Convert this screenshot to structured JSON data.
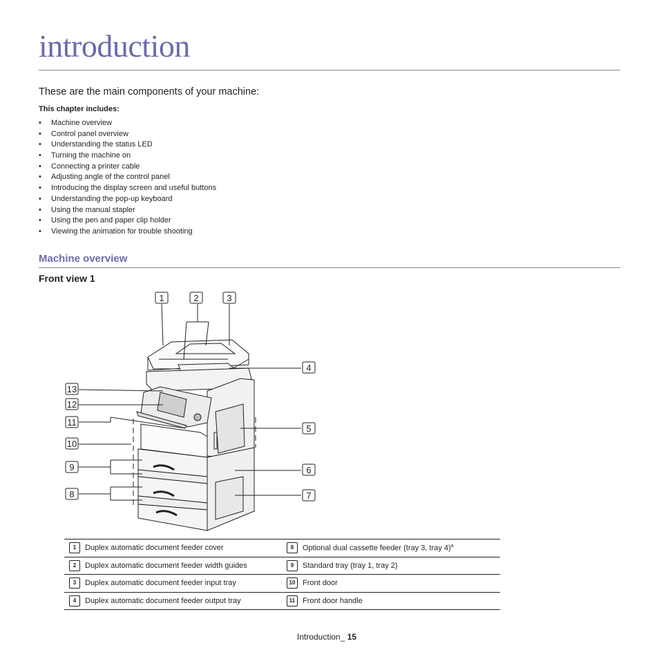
{
  "title": "introduction",
  "intro": "These are the main components of your machine:",
  "chapter_includes_label": "This chapter includes:",
  "toc": [
    "Machine overview",
    "Control panel overview",
    "Understanding the status LED",
    "Turning the machine on",
    "Connecting a printer cable",
    "Adjusting angle of the control panel",
    "Introducing the display screen and useful buttons",
    "Understanding the pop-up keyboard",
    "Using the manual stapler",
    "Using the pen and paper clip holder",
    "Viewing the animation for trouble shooting"
  ],
  "bullet": "•",
  "section_title": "Machine overview",
  "subheading": "Front view 1",
  "callouts": [
    "1",
    "2",
    "3",
    "4",
    "5",
    "6",
    "7",
    "8",
    "9",
    "10",
    "11",
    "12",
    "13"
  ],
  "legend_rows": [
    {
      "n1": "1",
      "d1": "Duplex automatic document feeder cover",
      "n2": "8",
      "d2": "Optional dual cassette feeder (tray 3, tray 4)",
      "d2_sup": "a"
    },
    {
      "n1": "2",
      "d1": "Duplex automatic document feeder width guides",
      "n2": "9",
      "d2": "Standard tray (tray 1, tray 2)",
      "d2_sup": ""
    },
    {
      "n1": "3",
      "d1": "Duplex automatic document feeder input tray",
      "n2": "10",
      "d2": "Front door",
      "d2_sup": ""
    },
    {
      "n1": "4",
      "d1": "Duplex automatic document feeder output tray",
      "n2": "11",
      "d2": "Front door handle",
      "d2_sup": ""
    }
  ],
  "footer": {
    "label": "Introduction_",
    "page": "15"
  }
}
